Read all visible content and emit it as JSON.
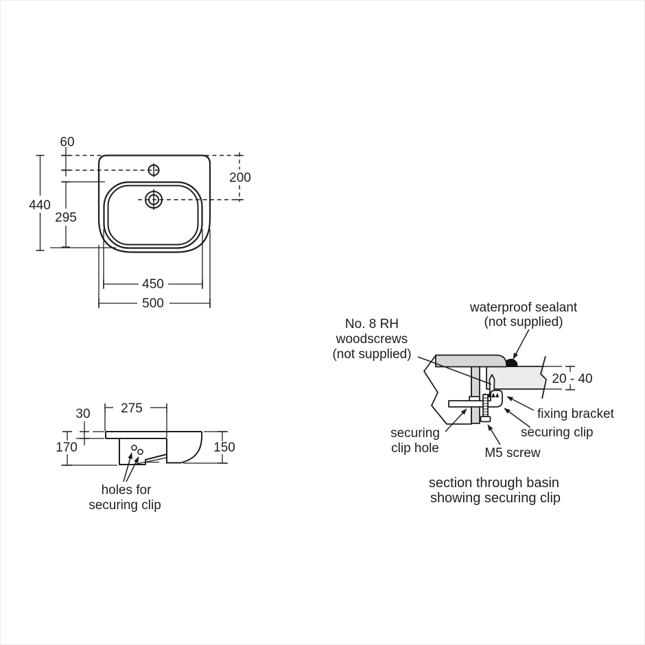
{
  "colors": {
    "line": "#1d1d1d",
    "ceramic_fill": "#d6d6d8",
    "worktop_fill": "#ececec",
    "sealant_fill": "#111111",
    "background": "#ffffff"
  },
  "plan_view": {
    "dim_tap_hole_from_back": "60",
    "dim_overflow_from_back": "200",
    "dim_overall_depth": "440",
    "dim_bowl_depth": "295",
    "dim_bowl_width": "450",
    "dim_overall_width": "500"
  },
  "side_view": {
    "dim_rim_step": "30",
    "dim_bowl_width": "275",
    "dim_bowl_depth": "170",
    "dim_front_height": "150",
    "label_holes_line1": "holes for",
    "label_holes_line2": "securing clip"
  },
  "section_view": {
    "label_sealant_line1": "waterproof sealant",
    "label_sealant_line2": "(not supplied)",
    "label_woodscrews_line1": "No. 8 RH",
    "label_woodscrews_line2": "woodscrews",
    "label_woodscrews_line3": "(not supplied)",
    "dim_worktop_thickness": "20 - 40",
    "label_fixing_bracket": "fixing bracket",
    "label_securing_clip": "securing clip",
    "label_clip_hole_line1": "securing",
    "label_clip_hole_line2": "clip hole",
    "label_m5_screw": "M5 screw",
    "caption_line1": "section through basin",
    "caption_line2": "showing securing clip"
  }
}
